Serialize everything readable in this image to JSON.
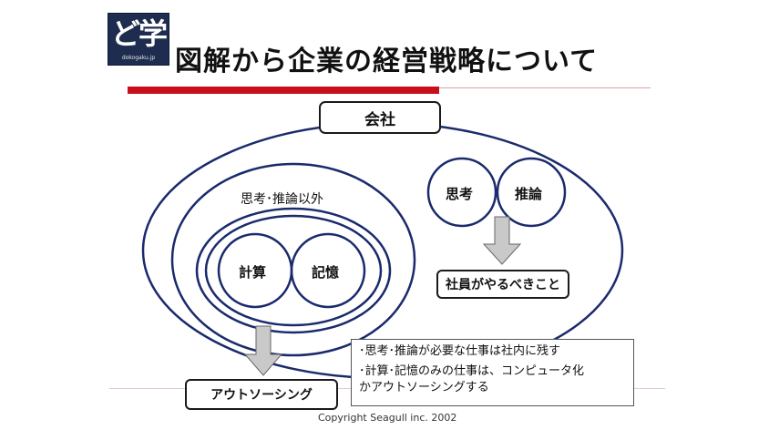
{
  "slide": {
    "logo_text": "ど学",
    "logo_caption": "dokogaku.jp",
    "title": "図解から企業の経営戦略について",
    "accent_color": "#c8101c",
    "outline_color": "#1a2a6c"
  },
  "diagram": {
    "company_label": "会社",
    "outer_non_thinking_label": "思考･推論以外",
    "calc_label": "計算",
    "memory_label": "記憶",
    "thinking_label": "思考",
    "reasoning_label": "推論",
    "employee_task_label": "社員がやるべきこと",
    "outsourcing_label": "アウトソーシング",
    "notes": [
      "･思考･推論が必要な仕事は社内に残す",
      "･計算･記憶のみの仕事は、コンピュータ化",
      "かアウトソーシングする"
    ]
  },
  "footer": {
    "copyright": "Copyright Seagull inc. 2002"
  }
}
